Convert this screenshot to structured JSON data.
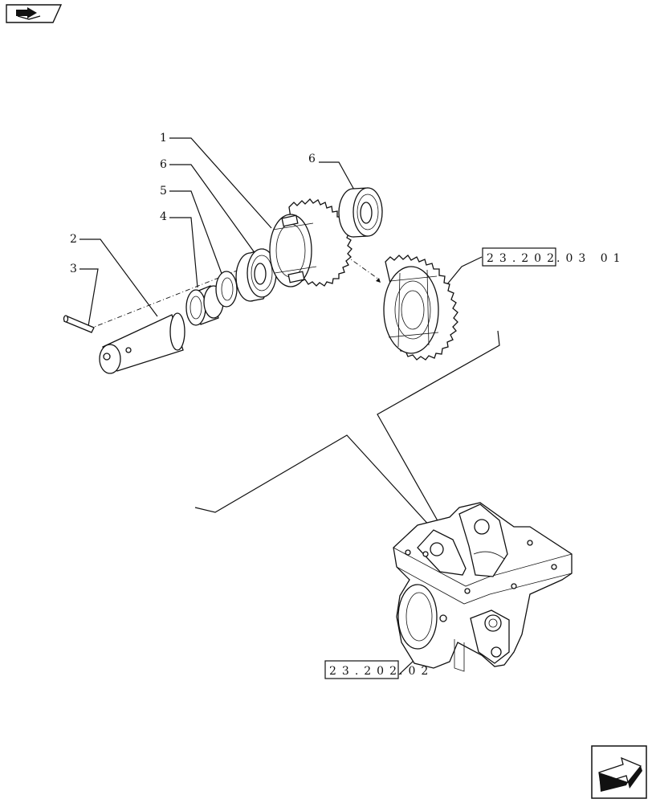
{
  "nav": {
    "top_icon": "book-pointer-icon",
    "bottom_icon": "next-page-arrow-icon"
  },
  "callouts": [
    {
      "id": "callout-1",
      "text": "1"
    },
    {
      "id": "callout-6a",
      "text": "6"
    },
    {
      "id": "callout-5",
      "text": "5"
    },
    {
      "id": "callout-4",
      "text": "4"
    },
    {
      "id": "callout-2",
      "text": "2"
    },
    {
      "id": "callout-3",
      "text": "3"
    },
    {
      "id": "callout-6b",
      "text": "6"
    }
  ],
  "references": {
    "upper": {
      "boxed": "23.202",
      "suffix": ".03 01"
    },
    "lower": {
      "boxed": "23.202",
      "suffix": ".02"
    }
  }
}
